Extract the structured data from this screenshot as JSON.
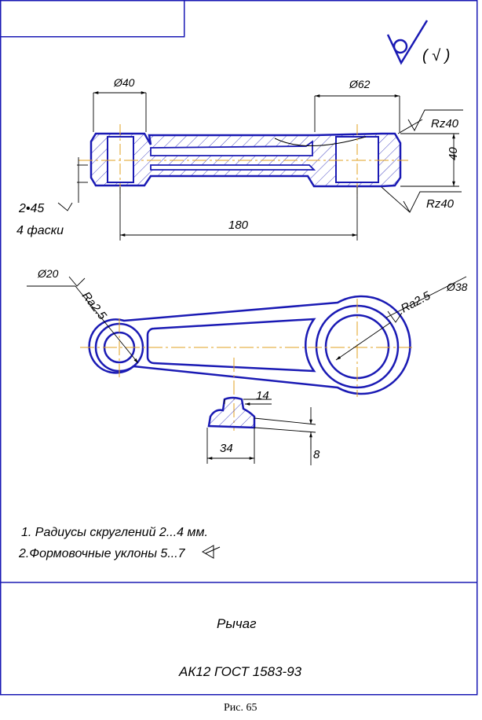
{
  "colors": {
    "outline": "#1a1ab4",
    "dim": "#000000",
    "axis": "#e0a020",
    "hatch": "#1a1ab4"
  },
  "roughness": {
    "general": "( √ )",
    "top_surface": "Rz40",
    "bottom_surface": "Rz40",
    "small_hole": "Ra2.5",
    "large_hole": "Ra2.5"
  },
  "dimensions": {
    "left_boss_diam": "Ø40",
    "right_boss_diam": "Ø62",
    "height": "40",
    "center_distance": "180",
    "small_hole_diam": "Ø20",
    "large_hole_diam": "Ø38",
    "rib_width": "14",
    "section_width": "34",
    "section_height": "8"
  },
  "chamfer": {
    "spec": "2•45",
    "count": "4 фаски"
  },
  "notes": {
    "note1": "1. Радиусы скруглений  2...4 мм.",
    "note2": "2.Формовочные уклоны 5...7"
  },
  "title_block": {
    "part_name": "Рычаг",
    "material": "АК12  ГОСТ  1583-93"
  },
  "caption": "Рис. 65"
}
